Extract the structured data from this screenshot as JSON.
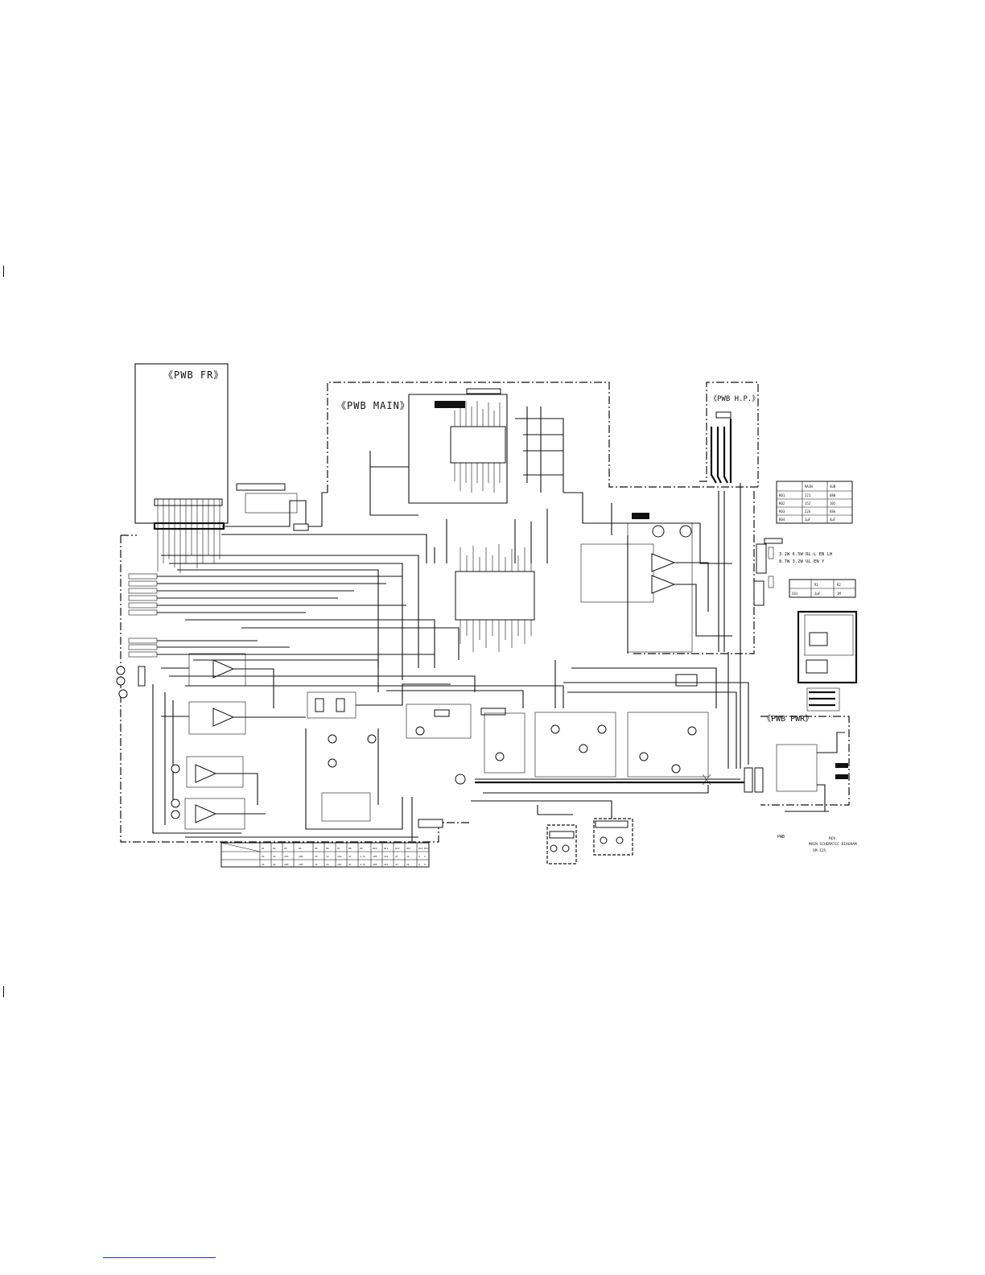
{
  "boards": {
    "fr": "《PWB FR》",
    "main": "《PWB MAIN》",
    "hp": "《PWB H.P.》",
    "pwr": "《PWB PWR》"
  },
  "speaker_notes": {
    "line1": "3.2W  6.5W  RL-L  EN  LH",
    "line2": "8.7W    3.2W   UL  EN  Y"
  },
  "table_top_right": {
    "header": [
      "",
      "MAIN",
      "SUB"
    ],
    "rows": [
      [
        "R01",
        "221",
        "680"
      ],
      [
        "R02",
        "152",
        "105"
      ],
      [
        "R03",
        "22k",
        "68k"
      ],
      [
        "R04",
        "1μF",
        "4μF"
      ]
    ]
  },
  "table_mid_right": {
    "header": [
      "",
      "R1",
      "R2"
    ],
    "rows": [
      [
        "C01",
        "3μF",
        "1M"
      ]
    ]
  },
  "table_bottom": {
    "header": [
      "",
      "R1",
      "R2",
      "R3",
      "R4",
      "R5",
      "R6",
      "R7",
      "R8",
      "R9",
      "R10",
      "R11",
      "R12",
      "R13",
      "R14",
      "R15"
    ],
    "rows": [
      [
        "",
        "2k",
        "4k",
        "120",
        "100",
        "15",
        "1k",
        "10k",
        "47",
        "4.7k",
        "100",
        "22k",
        "47",
        "1k",
        "O",
        "X"
      ],
      [
        "",
        "2k",
        "4k",
        "100",
        "100",
        "15",
        "1k",
        "10k",
        "47",
        "4.7k",
        "100",
        "22k",
        "47",
        "1k",
        "O",
        "O"
      ]
    ]
  },
  "notes": {
    "pwb": "PWB",
    "revision": "REV.",
    "title": "MAIN SCHEMATIC DIAGRAM",
    "code": "SM-125"
  },
  "colors": {
    "ink": "#111111",
    "paper": "#ffffff",
    "rule": "#2233aa"
  }
}
